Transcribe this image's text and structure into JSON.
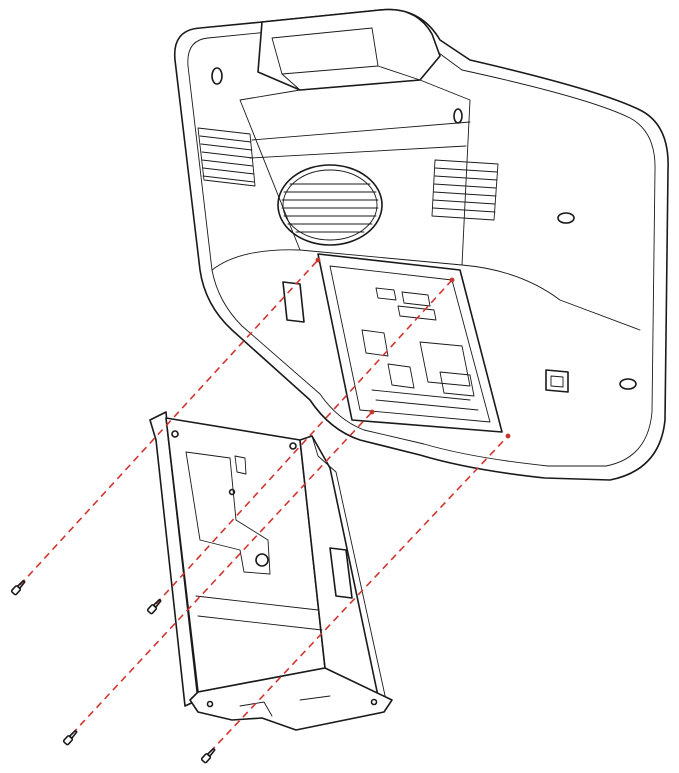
{
  "diagram": {
    "kind": "exploded-assembly",
    "colors": {
      "line": "#1a1a1a",
      "guide": "#d2352f",
      "background": "#ffffff"
    },
    "parts": [
      {
        "id": "terminal",
        "icon": "terminal-back-panel"
      },
      {
        "id": "bracket",
        "icon": "mounting-bracket"
      },
      {
        "id": "screws",
        "icon": "screw-icon",
        "count": 4
      }
    ]
  }
}
